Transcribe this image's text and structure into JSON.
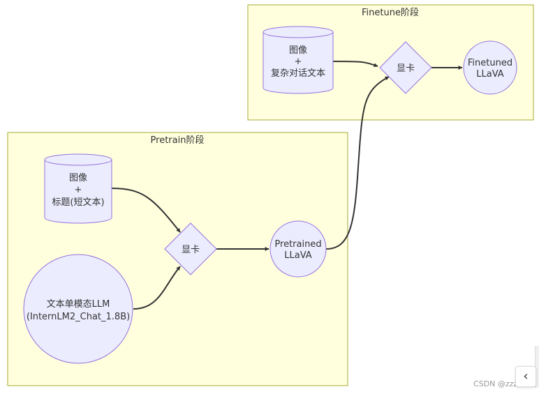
{
  "clusters": {
    "finetune": {
      "label": "Finetune阶段"
    },
    "pretrain": {
      "label": "Pretrain阶段"
    }
  },
  "nodes": {
    "finetune_db": {
      "lines": [
        "图像",
        "+",
        "复杂对话文本"
      ]
    },
    "finetune_gpu": {
      "lines": [
        "显卡"
      ]
    },
    "finetuned_llava": {
      "lines": [
        "Finetuned",
        "LLaVA"
      ]
    },
    "pretrain_db": {
      "lines": [
        "图像",
        "+",
        "标题(短文本)"
      ]
    },
    "pretrain_gpu": {
      "lines": [
        "显卡"
      ]
    },
    "text_llm": {
      "lines": [
        "文本单模态LLM",
        "(InternLM2_Chat_1.8B)"
      ]
    },
    "pretrained_llava": {
      "lines": [
        "Pretrained",
        "LLaVA"
      ]
    }
  },
  "watermark": "CSDN @zzzibo",
  "collapse_button": {
    "icon": "chevron-left-icon",
    "glyph": "‹"
  },
  "colors": {
    "cluster_fill": "#ffffde",
    "cluster_stroke": "#aaaa33",
    "node_fill": "#ececff",
    "node_stroke": "#9370db",
    "edge": "#333333"
  }
}
